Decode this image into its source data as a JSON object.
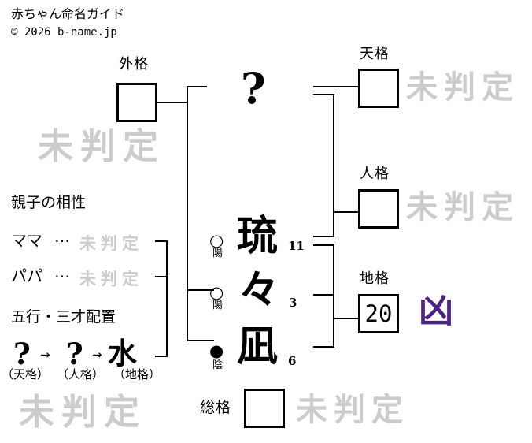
{
  "header": {
    "title": "赤ちゃん命名ガイド",
    "copyright": "© 2026 b-name.jp"
  },
  "colors": {
    "watermark_gray": "#cccccc",
    "status_bad_purple": "#4b2383",
    "line_black": "#000000"
  },
  "name": {
    "surname_placeholder": "?",
    "chars": [
      {
        "char": "琉",
        "strokes": "11",
        "polarity_mark": "○",
        "polarity": "陽"
      },
      {
        "char": "々",
        "strokes": "3",
        "polarity_mark": "○",
        "polarity": "陽"
      },
      {
        "char": "凪",
        "strokes": "6",
        "polarity_mark": "●",
        "polarity": "陰"
      }
    ]
  },
  "kaku": {
    "gaikaku": {
      "label": "外格",
      "value": "",
      "status": "未判定"
    },
    "tenkaku": {
      "label": "天格",
      "value": "",
      "status": "未判定"
    },
    "jinkaku": {
      "label": "人格",
      "value": "",
      "status": "未判定"
    },
    "chikaku": {
      "label": "地格",
      "value": "20",
      "status": "凶"
    },
    "soukaku": {
      "label": "総格",
      "value": "",
      "status": "未判定"
    }
  },
  "compatibility": {
    "title": "親子の相性",
    "rows": [
      {
        "label": "ママ",
        "dots": "…",
        "status": "未判定"
      },
      {
        "label": "パパ",
        "dots": "…",
        "status": "未判定"
      }
    ]
  },
  "gogyou": {
    "title": "五行・三才配置",
    "status": "未判定",
    "arrow": "→",
    "sequence": [
      {
        "element": "?",
        "label": "（天格）"
      },
      {
        "element": "?",
        "label": "（人格）"
      },
      {
        "element": "水",
        "label": "（地格）"
      }
    ]
  }
}
